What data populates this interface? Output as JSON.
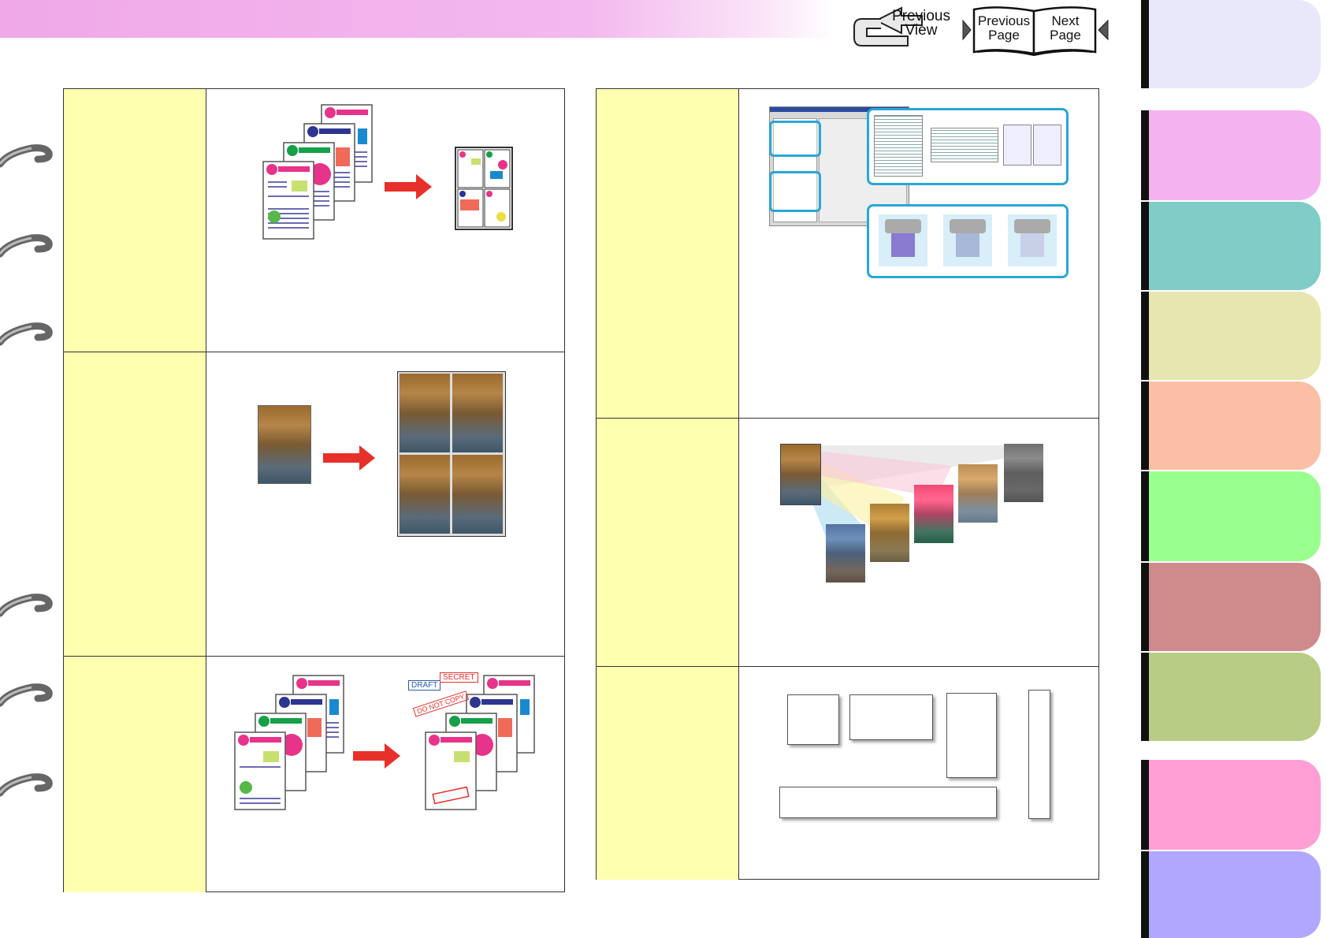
{
  "nav": {
    "previous_view": "Previous\nView",
    "previous_page": "Previous\nPage",
    "next_page": "Next\nPage"
  },
  "stamps": {
    "draft": "DRAFT",
    "secret": "SECRET",
    "do_not_copy": "DO NOT COPY"
  },
  "colors": {
    "header_band": "#f3b8ee",
    "label_cell": "#ffffb0",
    "arrow": "#e8302a",
    "tabs": [
      "#e9e8fb",
      "#f4b3f0",
      "#7fcdc6",
      "#e8e6b0",
      "#fbbfa6",
      "#99ff8f",
      "#cf8b8c",
      "#b8cc84",
      "#ff9fd6",
      "#b0a8ff"
    ]
  }
}
